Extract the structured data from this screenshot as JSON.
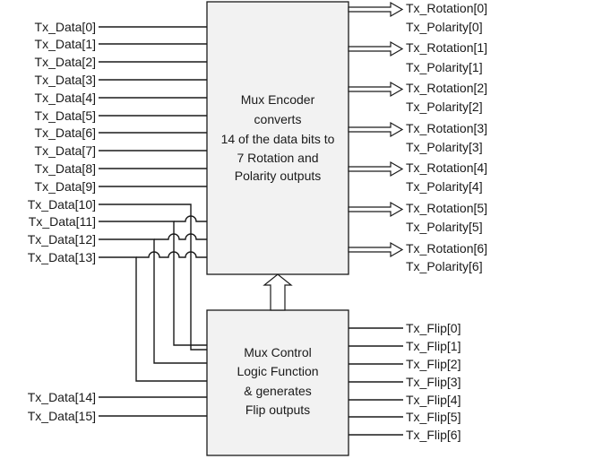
{
  "encoder": {
    "lines": [
      "Mux Encoder",
      "converts",
      "14 of the data bits to",
      "7 Rotation and",
      "Polarity outputs"
    ]
  },
  "control": {
    "lines": [
      "Mux Control",
      "Logic Function",
      "& generates",
      "Flip outputs"
    ]
  },
  "encoder_inputs": [
    "Tx_Data[0]",
    "Tx_Data[1]",
    "Tx_Data[2]",
    "Tx_Data[3]",
    "Tx_Data[4]",
    "Tx_Data[5]",
    "Tx_Data[6]",
    "Tx_Data[7]",
    "Tx_Data[8]",
    "Tx_Data[9]",
    "Tx_Data[10]",
    "Tx_Data[11]",
    "Tx_Data[12]",
    "Tx_Data[13]"
  ],
  "control_inputs": [
    "Tx_Data[14]",
    "Tx_Data[15]"
  ],
  "encoder_outputs": [
    {
      "rotation": "Tx_Rotation[0]",
      "polarity": "Tx_Polarity[0]"
    },
    {
      "rotation": "Tx_Rotation[1]",
      "polarity": "Tx_Polarity[1]"
    },
    {
      "rotation": "Tx_Rotation[2]",
      "polarity": "Tx_Polarity[2]"
    },
    {
      "rotation": "Tx_Rotation[3]",
      "polarity": "Tx_Polarity[3]"
    },
    {
      "rotation": "Tx_Rotation[4]",
      "polarity": "Tx_Polarity[4]"
    },
    {
      "rotation": "Tx_Rotation[5]",
      "polarity": "Tx_Polarity[5]"
    },
    {
      "rotation": "Tx_Rotation[6]",
      "polarity": "Tx_Polarity[6]"
    }
  ],
  "flip_outputs": [
    "Tx_Flip[0]",
    "Tx_Flip[1]",
    "Tx_Flip[2]",
    "Tx_Flip[3]",
    "Tx_Flip[4]",
    "Tx_Flip[5]",
    "Tx_Flip[6]"
  ]
}
